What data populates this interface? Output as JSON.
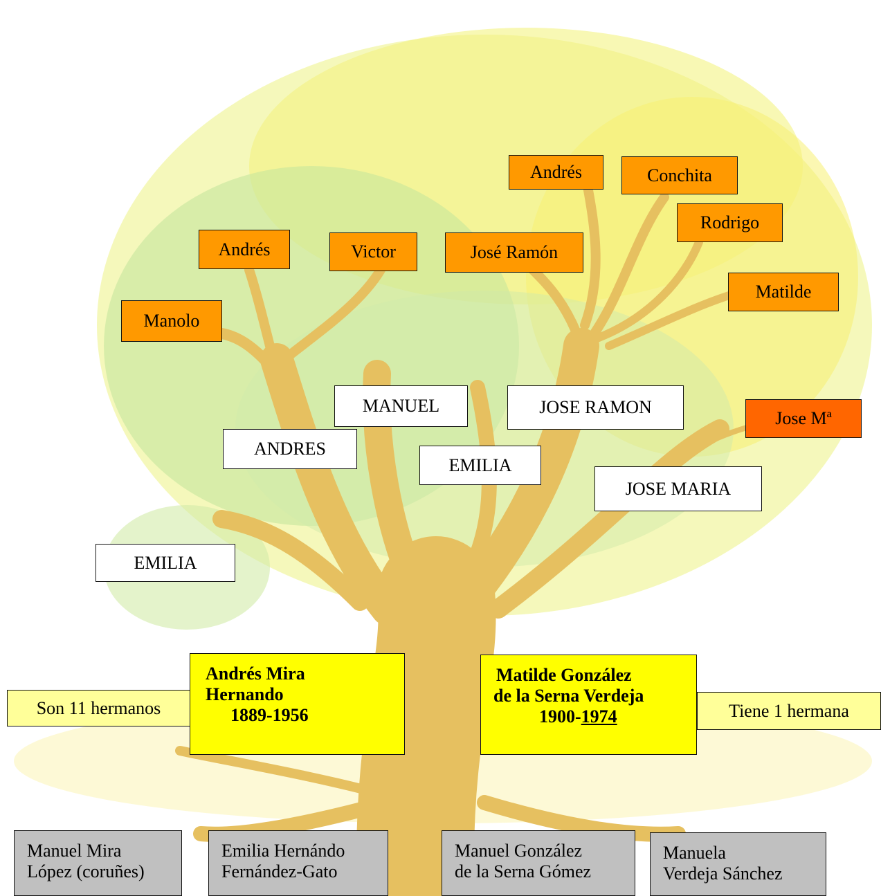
{
  "children_generation": [
    {
      "id": "manolo",
      "name": "Manolo"
    },
    {
      "id": "andres-g",
      "name": "Andrés"
    },
    {
      "id": "victor",
      "name": "Victor"
    },
    {
      "id": "jose-ramon-g",
      "name": "José Ramón"
    },
    {
      "id": "andres-g2",
      "name": "Andrés"
    },
    {
      "id": "conchita",
      "name": "Conchita"
    },
    {
      "id": "rodrigo",
      "name": "Rodrigo"
    },
    {
      "id": "matilde-g",
      "name": "Matilde"
    },
    {
      "id": "jose-ma",
      "name": "Jose Mª"
    }
  ],
  "children": [
    {
      "id": "manuel",
      "name": "MANUEL"
    },
    {
      "id": "jose-ramon",
      "name": "JOSE RAMON"
    },
    {
      "id": "andres",
      "name": "ANDRES"
    },
    {
      "id": "emilia-1",
      "name": "EMILIA"
    },
    {
      "id": "jose-maria",
      "name": "JOSE MARIA"
    },
    {
      "id": "emilia-2",
      "name": "EMILIA"
    }
  ],
  "couple": {
    "husband": {
      "line1": "Andrés   Mira",
      "line2": "Hernando",
      "years": "1889-1956",
      "note": "Son 11 hermanos"
    },
    "wife": {
      "line1": "Matilde González",
      "line2": "de la Serna Verdeja",
      "years_start": "1900-",
      "years_end": "1974 ",
      "note": "Tiene 1 hermana"
    }
  },
  "parents": [
    {
      "line1": "Manuel Mira",
      "line2": "López (coruñes)"
    },
    {
      "line1": "Emilia Hernándo",
      "line2": "Fernández-Gato"
    },
    {
      "line1": "Manuel González",
      "line2": "de la Serna Gómez"
    },
    {
      "line1": "Manuela",
      "line2": "Verdeja Sánchez"
    }
  ],
  "colors": {
    "foliage": "#dcec70",
    "foliage_green": "#a8dc80",
    "trunk": "#e6c060",
    "grandchild_box": "#ff9900",
    "highlight_box": "#ff6600",
    "couple_box": "#ffff00",
    "note_box": "#ffff99",
    "parent_box": "#c0c0c0"
  }
}
